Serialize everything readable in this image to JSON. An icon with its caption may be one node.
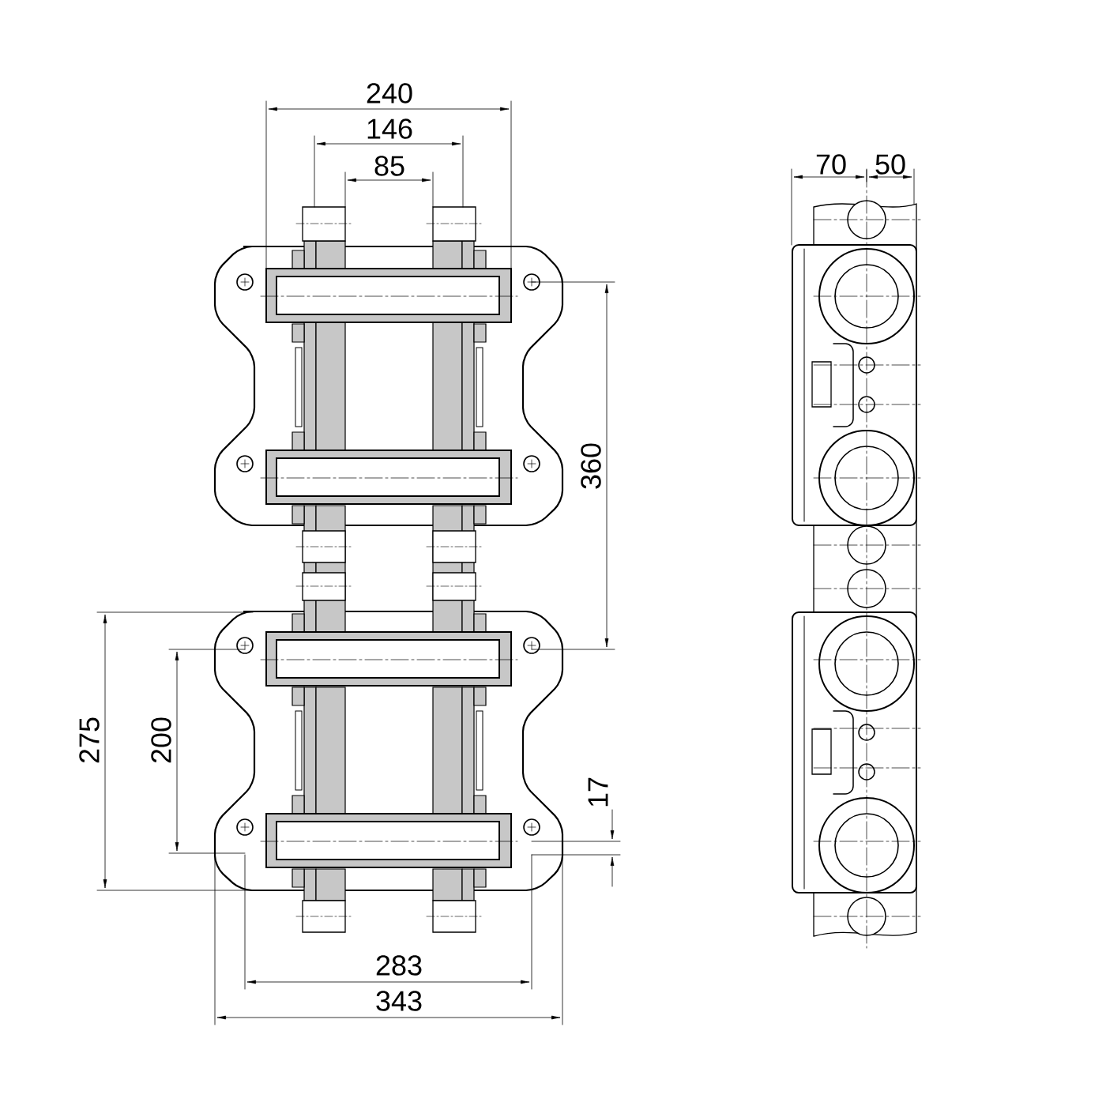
{
  "diagram": {
    "labels": [
      "240",
      "146",
      "85",
      "70",
      "50",
      "360",
      "275",
      "200",
      "17",
      "283",
      "343"
    ]
  }
}
